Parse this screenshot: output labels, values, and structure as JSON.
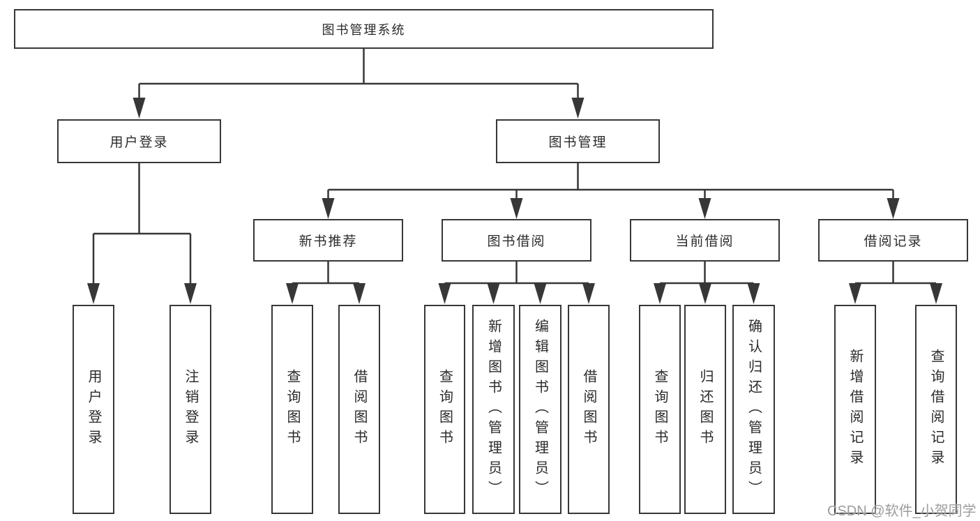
{
  "diagram": {
    "type": "hierarchy-tree",
    "colors": {
      "background": "#ffffff",
      "line": "#373737",
      "box_border": "#373737",
      "text": "#2b2b2b",
      "watermark": "#949494"
    },
    "tree": {
      "root": {
        "label": "图书管理系统",
        "children": [
          {
            "label": "用户登录",
            "children": [
              {
                "label": "用户登录"
              },
              {
                "label": "注销登录"
              }
            ]
          },
          {
            "label": "图书管理",
            "children": [
              {
                "label": "新书推荐",
                "children": [
                  {
                    "label": "查询图书"
                  },
                  {
                    "label": "借阅图书"
                  }
                ]
              },
              {
                "label": "图书借阅",
                "children": [
                  {
                    "label": "查询图书"
                  },
                  {
                    "label": "新增图书（管理员）"
                  },
                  {
                    "label": "编辑图书（管理员）"
                  },
                  {
                    "label": "借阅图书"
                  }
                ]
              },
              {
                "label": "当前借阅",
                "children": [
                  {
                    "label": "查询图书"
                  },
                  {
                    "label": "归还图书"
                  },
                  {
                    "label": "确认归还（管理员）"
                  }
                ]
              },
              {
                "label": "借阅记录",
                "children": [
                  {
                    "label": "新增借阅记录"
                  },
                  {
                    "label": "查询借阅记录"
                  }
                ]
              }
            ]
          }
        ]
      }
    },
    "watermark": {
      "text": "CSDN @软件_小贺同学"
    }
  }
}
